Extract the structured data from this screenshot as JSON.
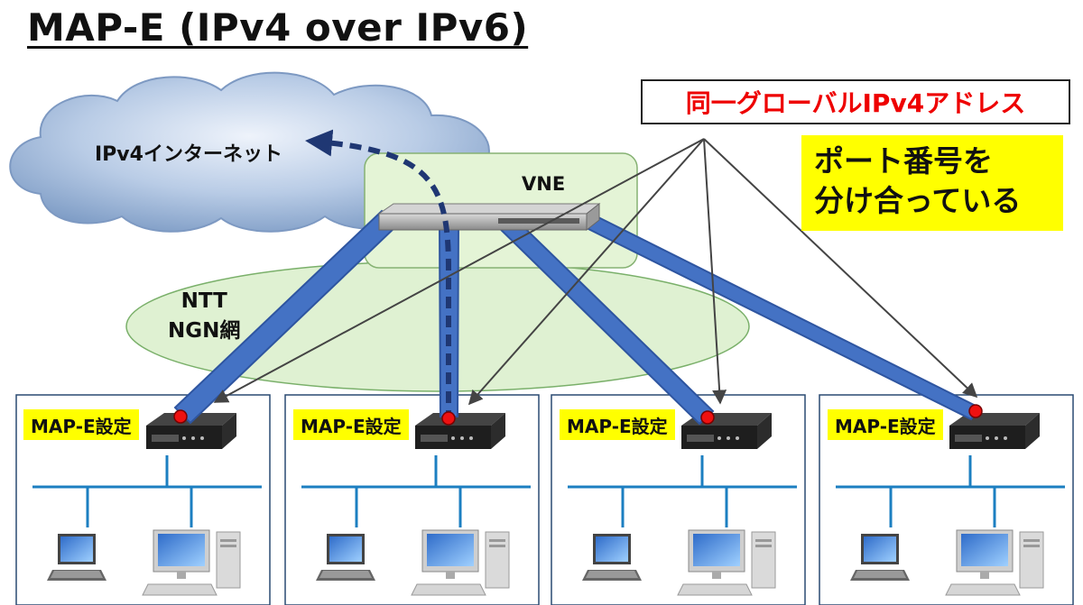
{
  "title": "MAP-E (IPv4 over IPv6)",
  "internet_label": "IPv4インターネット",
  "vne_label": "VNE",
  "ngn_label_line1": "NTT",
  "ngn_label_line2": "NGN網",
  "global_ip_label": "同一グローバルIPv4アドレス",
  "port_note_line1": "ポート番号を",
  "port_note_line2": "分け合っている",
  "sites": [
    {
      "label": "MAP-E設定"
    },
    {
      "label": "MAP-E設定"
    },
    {
      "label": "MAP-E設定"
    },
    {
      "label": "MAP-E設定"
    }
  ],
  "colors": {
    "cloud": "#9cb7d9",
    "vne_box": "#e4f4d6",
    "ngn_ellipse": "#dff1d2",
    "tunnel": "#4472c4",
    "dashed_path": "#1f3773",
    "highlight": "#ffff00",
    "alert_text": "#ee0000",
    "lan_line": "#1c7fc1",
    "site_border": "#2a4a72",
    "port_dot": "#ee1111"
  }
}
